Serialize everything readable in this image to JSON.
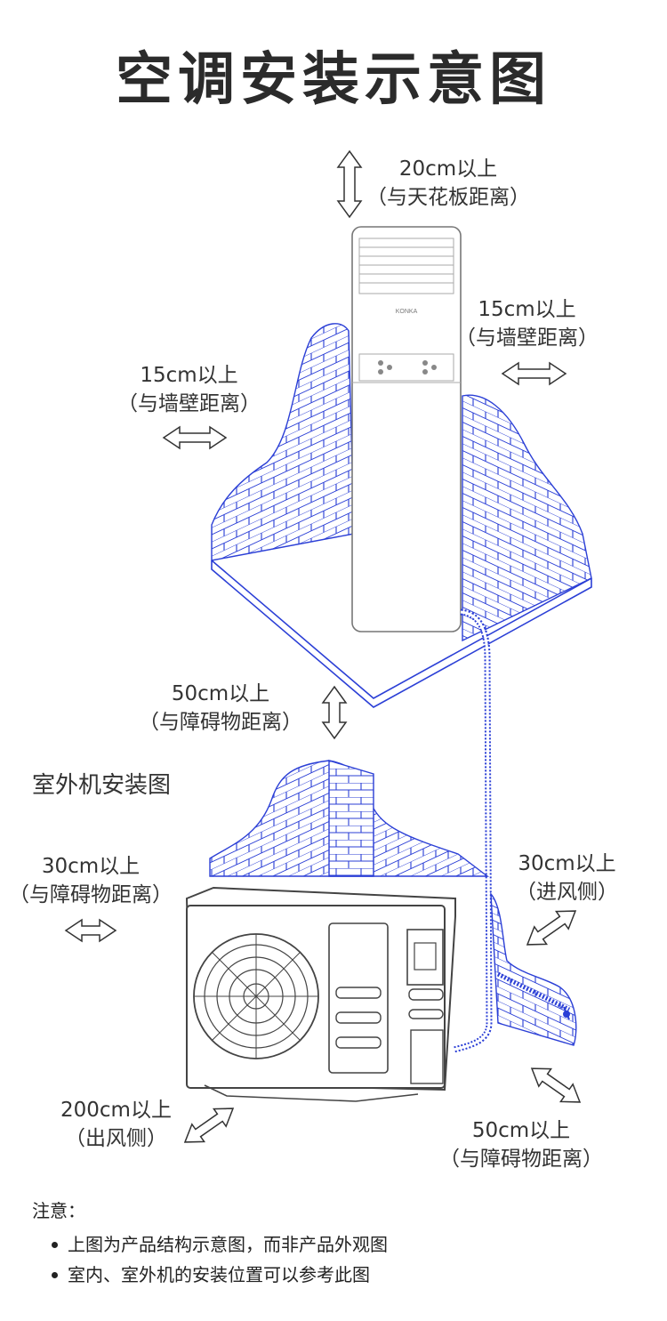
{
  "title": "空调安装示意图",
  "indoor": {
    "top": {
      "distance": "20cm以上",
      "note": "（与天花板距离）"
    },
    "left": {
      "distance": "15cm以上",
      "note": "（与墙壁距离）"
    },
    "right": {
      "distance": "15cm以上",
      "note": "（与墙壁距离）"
    },
    "bottom": {
      "distance": "50cm以上",
      "note": "（与障碍物距离）"
    },
    "brand_text": "KONKA"
  },
  "outdoor": {
    "section_title": "室外机安装图",
    "left": {
      "distance": "30cm以上",
      "note": "（与障碍物距离）"
    },
    "right": {
      "distance": "30cm以上",
      "note": "（进风侧）"
    },
    "front": {
      "distance": "200cm以上",
      "note": "（出风侧）"
    },
    "back": {
      "distance": "50cm以上",
      "note": "（与障碍物距离）"
    }
  },
  "notes": {
    "heading": "注意：",
    "items": [
      "上图为产品结构示意图，而非产品外观图",
      "室内、室外机的安装位置可以参考此图"
    ]
  },
  "colors": {
    "wall": "#2b3fd6",
    "pipe": "#2b3fd6",
    "outline": "#555555"
  }
}
